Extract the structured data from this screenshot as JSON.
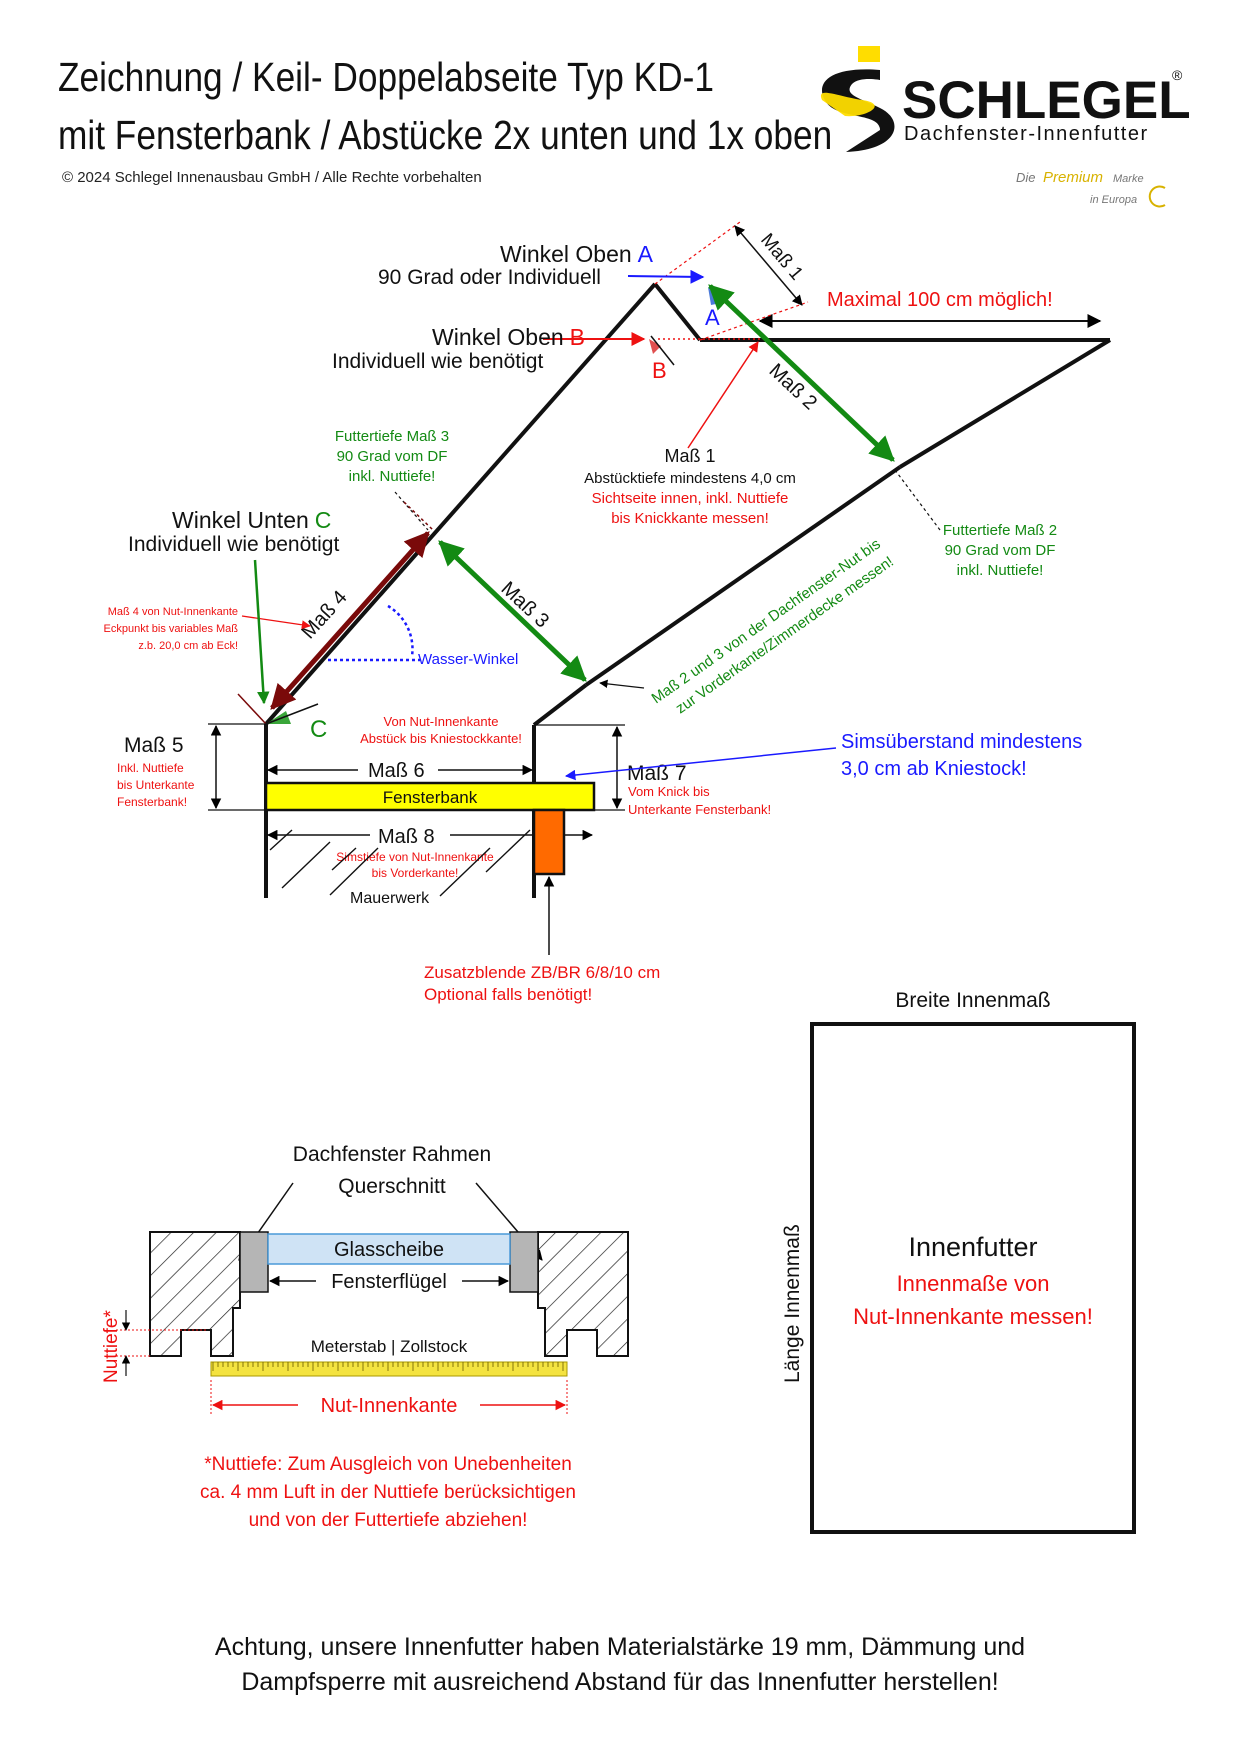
{
  "header": {
    "title_line1": "Zeichnung / Keil- Doppelabseite Typ KD-1",
    "title_line2": "mit Fensterbank / Abstücke 2x unten und 1x oben",
    "copyright": "© 2024 Schlegel Innenausbau GmbH / Alle Rechte vorbehalten"
  },
  "logo": {
    "brand": "SCHLEGEL",
    "registered": "®",
    "subtitle": "Dachfenster-Innenfutter",
    "tagline_a": "Die",
    "tagline_b": "Premium",
    "tagline_c": "Marke",
    "tagline_d": "in Europa"
  },
  "colors": {
    "blue": "#1a1aff",
    "red": "#ee1111",
    "green": "#138a13",
    "darkred": "#7a0a0a",
    "yellow": "#ffff00",
    "orange": "#ff6a00",
    "logo_yellow": "#ffdd00"
  },
  "diagram": {
    "winkel_oben_a": "Winkel Oben",
    "letter_a": "A",
    "winkel_oben_a_sub": "90 Grad oder Individuell",
    "winkel_oben_b": "Winkel Oben",
    "letter_b": "B",
    "winkel_oben_b_sub": "Individuell wie benötigt",
    "winkel_unten_c": "Winkel Unten",
    "letter_c": "C",
    "winkel_unten_c_sub": "Individuell wie benötigt",
    "mass1": "Maß 1",
    "mass2": "Maß 2",
    "mass3": "Maß 3",
    "mass4": "Maß 4",
    "mass5": "Maß 5",
    "mass6": "Maß 6",
    "mass7": "Maß 7",
    "mass8": "Maß 8",
    "maximal": "Maximal 100 cm möglich!",
    "futtertiefe3_l1": "Futtertiefe Maß 3",
    "futtertiefe3_l2": "90 Grad vom DF",
    "futtertiefe3_l3": "inkl. Nuttiefe!",
    "mass1_l1": "Maß 1",
    "mass1_l2": "Abstücktiefe mindestens 4,0 cm",
    "mass1_l3": "Sichtseite innen, inkl. Nuttiefe",
    "mass1_l4": "bis Knickkante messen!",
    "futtertiefe2_l1": "Futtertiefe Maß 2",
    "futtertiefe2_l2": "90 Grad vom DF",
    "futtertiefe2_l3": "inkl. Nuttiefe!",
    "diag_note_l1": "Maß 2 und 3 von der Dachfenster-Nut bis",
    "diag_note_l2": "zur Vorderkante/Zimmerdecke messen!",
    "mass4_note_l1": "Maß 4 von Nut-Innenkante",
    "mass4_note_l2": "Eckpunkt bis variables Maß",
    "mass4_note_l3": "z.b. 20,0 cm ab Eck!",
    "wasser_winkel": "Wasser-Winkel",
    "mass5_note_l1": "Inkl. Nuttiefe",
    "mass5_note_l2": "bis Unterkante",
    "mass5_note_l3": "Fensterbank!",
    "mass6_note_l1": "Von Nut-Innenkante",
    "mass6_note_l2": "Abstück bis Kniestockkante!",
    "fensterbank": "Fensterbank",
    "mass7_note_l1": "Vom Knick bis",
    "mass7_note_l2": "Unterkante Fensterbank!",
    "sims_l1": "Simsüberstand mindestens",
    "sims_l2": "3,0 cm ab Kniestock!",
    "mass8_note_l1": "Simstiefe von Nut-Innenkante",
    "mass8_note_l2": "bis Vorderkante!",
    "mauerwerk": "Mauerwerk",
    "zusatz_l1": "Zusatzblende ZB/BR 6/8/10 cm",
    "zusatz_l2": "Optional falls benötigt!"
  },
  "cross_section": {
    "title_l1": "Dachfenster Rahmen",
    "title_l2": "Querschnitt",
    "glasscheibe": "Glasscheibe",
    "fensterfluegel": "Fensterflügel",
    "nuttiefe": "Nuttiefe*",
    "meterstab": "Meterstab | Zollstock",
    "nut_innenkante": "Nut-Innenkante",
    "note_l1": "*Nuttiefe: Zum Ausgleich von Unebenheiten",
    "note_l2": "ca. 4 mm Luft in der Nuttiefe berücksichtigen",
    "note_l3": "und von der Futtertiefe abziehen!"
  },
  "innenfutter_box": {
    "breite": "Breite Innenmaß",
    "laenge": "Länge Innenmaß",
    "title": "Innenfutter",
    "note_l1": "Innenmaße von",
    "note_l2": "Nut-Innenkante messen!"
  },
  "footer": {
    "l1": "Achtung, unsere Innenfutter haben Materialstärke 19 mm, Dämmung und",
    "l2": "Dampfsperre mit ausreichend Abstand für das Innenfutter herstellen!"
  }
}
